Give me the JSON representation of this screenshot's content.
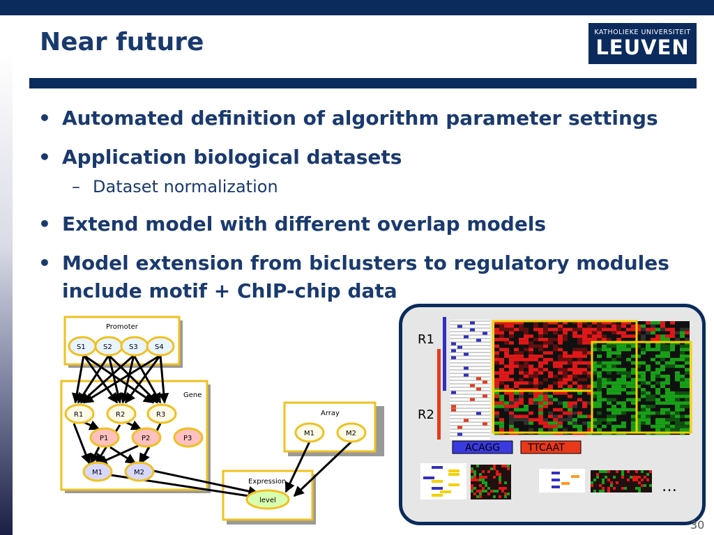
{
  "slide": {
    "title": "Near future",
    "page_number": "30"
  },
  "logo": {
    "line1": "KATHOLIEKE UNIVERSITEIT",
    "line2": "LEUVEN"
  },
  "bullets": [
    {
      "level": 1,
      "text": "Automated definition of algorithm parameter settings"
    },
    {
      "level": 1,
      "text": "Application biological datasets"
    },
    {
      "level": 2,
      "text": "Dataset normalization"
    },
    {
      "level": 1,
      "text": "Extend model with different overlap models"
    },
    {
      "level": 1,
      "text": "Model extension from biclusters to regulatory modules include motif + ChIP-chip data"
    }
  ],
  "diagram": {
    "promoter_label": "Promoter",
    "gene_label": "Gene",
    "array_label": "Array",
    "expression_label": "Expression",
    "level_label": "level",
    "s_nodes": [
      "S1",
      "S2",
      "S3",
      "S4"
    ],
    "r_nodes": [
      "R1",
      "R2",
      "R3"
    ],
    "p_nodes": [
      "P1",
      "P2",
      "P3"
    ],
    "m_nodes": [
      "M1",
      "M2"
    ],
    "array_nodes": [
      "M1",
      "M2"
    ]
  },
  "panel": {
    "r1_label": "R1",
    "r2_label": "R2",
    "motif1": "ACAGG",
    "motif2": "TTCAAT",
    "ellipsis": "…",
    "colors": {
      "blue_bar": "#3030c0",
      "red_bar": "#e83a1a",
      "highlight": "#f5d000",
      "heat_red": "#e01818",
      "heat_green": "#18a018"
    }
  }
}
